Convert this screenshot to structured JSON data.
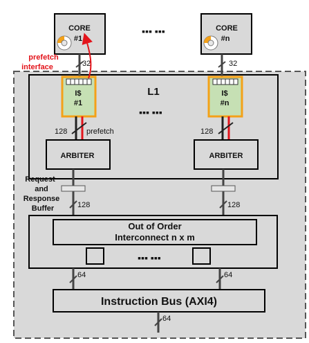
{
  "cores": [
    {
      "label": "CORE",
      "id": "#1",
      "bus_width": "32"
    },
    {
      "label": "CORE",
      "id": "#n",
      "bus_width": "32"
    }
  ],
  "core_ellipsis": "▪▪▪  ▪▪▪",
  "prefetch_interface": [
    "prefetch",
    "interface"
  ],
  "l1": {
    "title": "L1",
    "caches": [
      {
        "label": "I$",
        "id": "#1"
      },
      {
        "label": "I$",
        "id": "#n"
      }
    ],
    "ellipsis": "▪▪▪  ▪▪▪",
    "cache_to_arbiter_width": "128",
    "prefetch_label": "prefetch",
    "arbiters": [
      "ARBITER",
      "ARBITER"
    ]
  },
  "buffer_label": [
    "Request",
    "and",
    "Response",
    "Buffer"
  ],
  "buffer_width": "128",
  "interconnect": {
    "title_line1": "Out of Order",
    "title_line2": "Interconnect n x m",
    "ellipsis": "▪▪▪  ▪▪▪"
  },
  "axi_width": "64",
  "instruction_bus": "Instruction Bus (AXI4)",
  "colors": {
    "core_fill": "#d9d9d9",
    "cache_fill": "#c6e0b4",
    "cache_border": "#f4a118",
    "prefetch_red": "#e3141b",
    "outer_fill": "#d9d9d9"
  }
}
